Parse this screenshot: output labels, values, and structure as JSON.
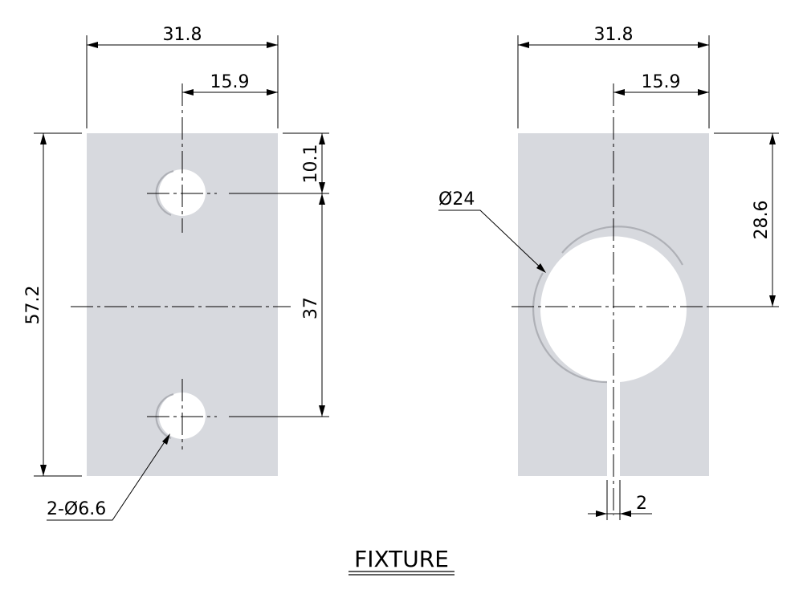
{
  "drawing": {
    "title": "FIXTURE",
    "left_view": {
      "width_overall": "31.8",
      "hole_offset": "15.9",
      "height_overall": "57.2",
      "top_to_hole": "10.1",
      "hole_spacing": "37",
      "hole_callout": "2-Ø6.6"
    },
    "right_view": {
      "width_overall": "31.8",
      "center_offset": "15.9",
      "bore_diameter": "Ø24",
      "top_to_center": "28.6",
      "slot_width": "2"
    }
  },
  "colors": {
    "plate_fill": "#d7d9de",
    "lines": "#000000"
  }
}
